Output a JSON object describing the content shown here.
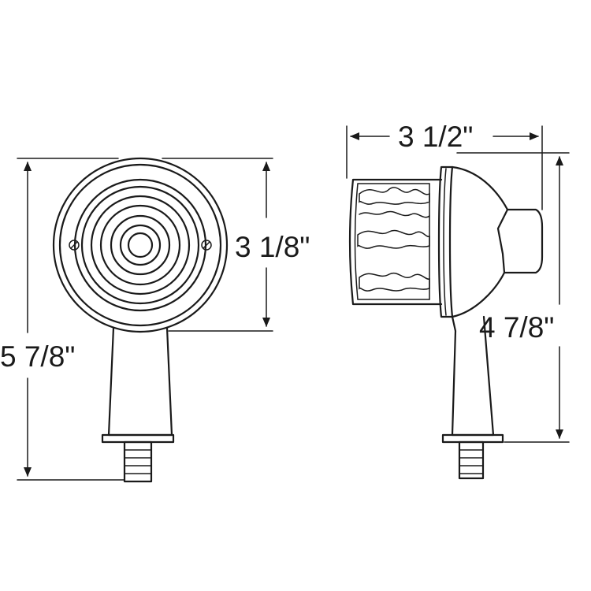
{
  "dimensions": {
    "front_width": "3 1/8\"",
    "front_height": "5 7/8\"",
    "side_depth": "3 1/2\"",
    "side_height": "4 7/8\""
  },
  "colors": {
    "line": "#1a1a1a",
    "background": "#ffffff"
  },
  "icons": [
    "arrow-head-icon",
    "screw-icon",
    "flame-icon"
  ]
}
